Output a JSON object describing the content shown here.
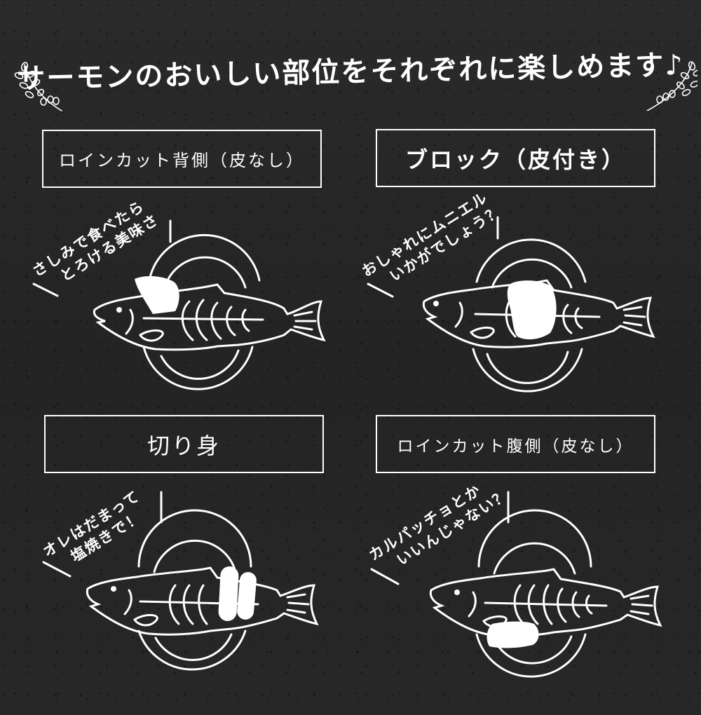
{
  "headline": "サーモンのおいしい部位をそれぞれに楽しめます♪",
  "decorations": {
    "left": "laurel-sprig-icon",
    "right": "laurel-sprig-icon"
  },
  "colors": {
    "background": "#262626",
    "foreground": "#ffffff"
  },
  "sections": [
    {
      "label": "ロインカット背側（皮なし）",
      "caption": [
        "さしみで食べたら",
        "とろける美味さ"
      ],
      "highlight": "back-loin"
    },
    {
      "label": "ブロック（皮付き）",
      "caption": [
        "おしゃれにムニエル",
        "いかがでしょう？"
      ],
      "highlight": "center-block"
    },
    {
      "label": "切り身",
      "caption": [
        "オレはだまって",
        "塩焼きで！"
      ],
      "highlight": "steak-slices"
    },
    {
      "label": "ロインカット腹側（皮なし）",
      "caption": [
        "カルパッチョとか",
        "いいんじゃない？"
      ],
      "highlight": "belly-loin"
    }
  ]
}
